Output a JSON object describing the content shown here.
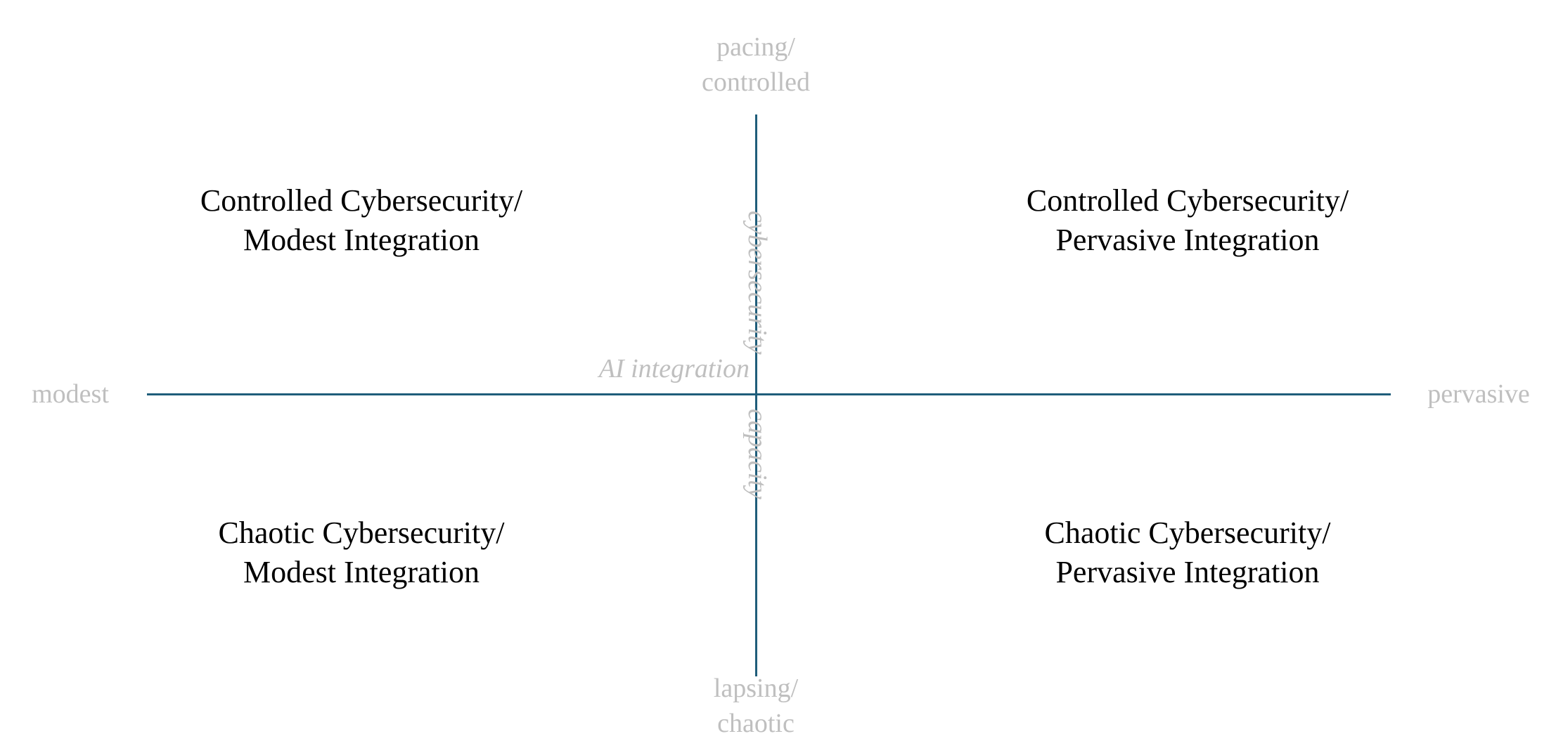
{
  "colors": {
    "axis": "#1f5d7a",
    "label": "#bfbfbf",
    "quadrant_text": "#000000"
  },
  "axes": {
    "horizontal": {
      "name": "AI integration",
      "left_pole": "modest",
      "right_pole": "pervasive"
    },
    "vertical": {
      "name_top": "cybersecurity",
      "name_bottom": "capacity",
      "top_pole": [
        "pacing/",
        "controlled"
      ],
      "bottom_pole": [
        "lapsing/",
        "chaotic"
      ]
    }
  },
  "quadrants": {
    "top_left": [
      "Controlled Cybersecurity/",
      "Modest Integration"
    ],
    "top_right": [
      "Controlled Cybersecurity/",
      "Pervasive Integration"
    ],
    "bottom_left": [
      "Chaotic Cybersecurity/",
      "Modest Integration"
    ],
    "bottom_right": [
      "Chaotic Cybersecurity/",
      "Pervasive Integration"
    ]
  }
}
